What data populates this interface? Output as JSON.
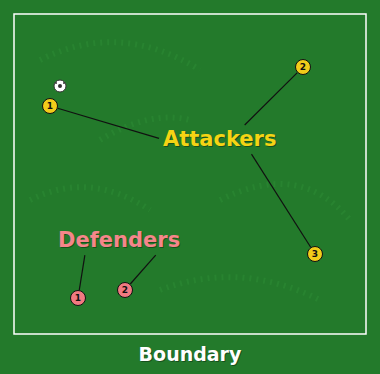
{
  "diagram": {
    "nodes": [
      {
        "text": [
          "1"
        ]
      },
      {
        "text": [
          "2"
        ]
      },
      {
        "text": [
          "3"
        ]
      },
      {
        "text": [
          "1"
        ]
      },
      {
        "text": [
          "2"
        ]
      }
    ],
    "labels": [
      "Attackers",
      "Defenders",
      "Boundary"
    ]
  }
}
